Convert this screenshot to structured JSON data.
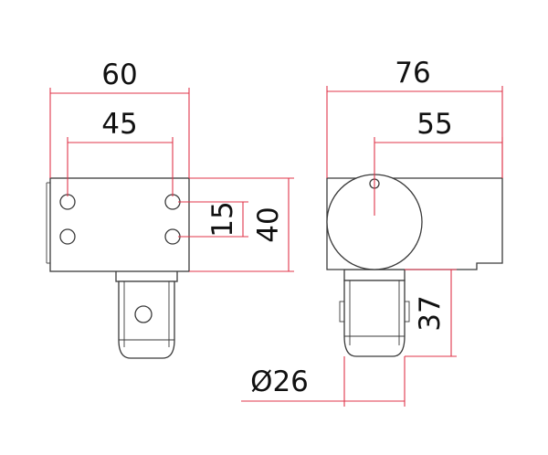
{
  "drawing": {
    "colors": {
      "outline": "#3a3a3a",
      "dimension_line": "#e0344a",
      "text": "#111111"
    },
    "front_view": {
      "dim_overall_width": "60",
      "dim_hole_spacing_x": "45",
      "dim_hole_spacing_y": "15",
      "dim_overall_height": "40"
    },
    "side_view": {
      "dim_overall_length": "76",
      "dim_center_offset": "55",
      "dim_shaft_length": "37",
      "dim_shaft_diameter": "Ø26"
    }
  }
}
